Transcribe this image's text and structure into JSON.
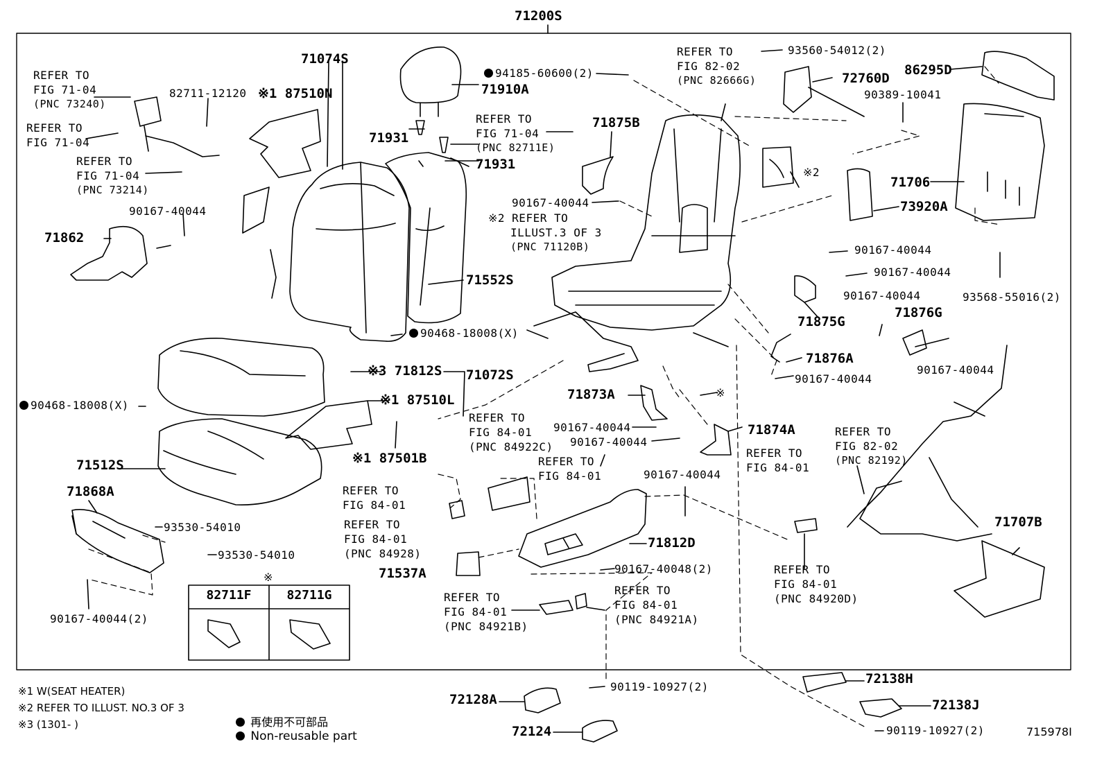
{
  "assembly": {
    "number": "71200S"
  },
  "parts_left": {
    "p71074S": "71074S",
    "p87510N": "※1 87510N",
    "p82711_12120": "82711-12120",
    "p71910A": "71910A",
    "p71931a": "71931",
    "p71931b": "71931",
    "p71862": "71862",
    "p90167_a": "90167-40044",
    "p71552S": "71552S",
    "p90468_a": "90468-18008(X)",
    "p71812S": "※3 71812S",
    "p71072S": "71072S",
    "p90468_b": "90468-18008(X)",
    "p87510L": "※1 87510L",
    "p87501B": "※1 87501B",
    "p71512S": "71512S",
    "p71868A": "71868A",
    "p93530_a": "93530-54010",
    "p93530_b": "93530-54010",
    "p90167_2": "90167-40044(2)"
  },
  "parts_center": {
    "p94185": "94185-60600(2)",
    "p71875B": "71875B",
    "p90167_b": "90167-40044",
    "p71873A": "71873A",
    "p90167_c": "90167-40044",
    "p90167_d": "90167-40044",
    "p90167_e": "90167-40044",
    "p71812D": "71812D",
    "p90167_48": "90167-40048(2)",
    "p71537A": "71537A",
    "p90119_a": "90119-10927(2)",
    "p72128A": "72128A",
    "p72124": "72124",
    "p71874A": "71874A",
    "p71876A": "71876A",
    "p90167_f": "90167-40044",
    "p71875G": "71875G",
    "p90167_g": "90167-40044",
    "p90167_h": "90167-40044"
  },
  "parts_right": {
    "p93560": "93560-54012(2)",
    "p72760D": "72760D",
    "p90389": "90389-10041",
    "p86295D": "86295D",
    "p71706": "71706",
    "p73920A": "73920A",
    "p90167_i": "90167-40044",
    "p93568": "93568-55016(2)",
    "p71876G": "71876G",
    "p90167_j": "90167-40044",
    "p71707B": "71707B",
    "p72138H": "72138H",
    "p72138J": "72138J",
    "p90119_b": "90119-10927(2)",
    "marker2": "※2",
    "marker_ref": "※"
  },
  "refs": {
    "r_fig71_04_a": [
      "REFER TO",
      "FIG 71-04",
      "(PNC 73240)"
    ],
    "r_fig71_04_b": [
      "REFER TO",
      "FIG 71-04"
    ],
    "r_fig71_04_c": [
      "REFER TO",
      "FIG 71-04",
      "(PNC 73214)"
    ],
    "r_fig71_04_d": [
      "REFER TO",
      "FIG 71-04",
      "(PNC 82711E)"
    ],
    "r_illust3": [
      "※2 REFER TO",
      "ILLUST.3 OF 3",
      "(PNC 71120B)"
    ],
    "r_fig82_02_a": [
      "REFER TO",
      "FIG 82-02",
      "(PNC 82666G)"
    ],
    "r_fig84_01_a": [
      "REFER TO",
      "FIG 84-01",
      "(PNC 84922C)"
    ],
    "r_fig84_01_b": [
      "REFER TO",
      "FIG 84-01"
    ],
    "r_fig84_01_c": [
      "REFER TO",
      "FIG 84-01"
    ],
    "r_fig84_01_d": [
      "REFER TO",
      "FIG 84-01",
      "(PNC 84928)"
    ],
    "r_fig84_01_e": [
      "REFER TO",
      "FIG 84-01"
    ],
    "r_fig84_01_f": [
      "REFER TO",
      "FIG 84-01",
      "(PNC 84921B)"
    ],
    "r_fig84_01_g": [
      "REFER TO",
      "FIG 84-01",
      "(PNC 84921A)"
    ],
    "r_fig84_01_h": [
      "REFER TO",
      "FIG 84-01",
      "(PNC 84920D)"
    ],
    "r_fig82_02_b": [
      "REFER TO",
      "FIG 82-02",
      "(PNC 82192)"
    ]
  },
  "inset": {
    "title": "※",
    "col1": "82711F",
    "col2": "82711G"
  },
  "notes": {
    "n1": "※1   W(SEAT  HEATER)",
    "n2": "※2   REFER TO ILLUST. NO.3 OF 3",
    "n3": "※3  (1301-       )",
    "legend_jp": "再使用不可部品",
    "legend_en": "Non-reusable part"
  },
  "figure_id": "715978I"
}
